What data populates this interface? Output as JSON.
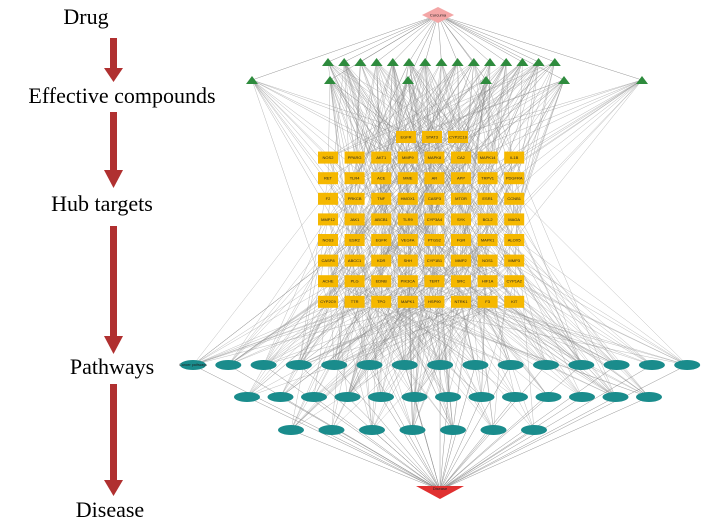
{
  "stages": {
    "drug": "Drug",
    "compounds": "Effective compounds",
    "targets": "Hub targets",
    "pathways": "Pathways",
    "disease": "Disease"
  },
  "drug_node": "Curcuma",
  "disease_node": "Disease",
  "compound_count": 21,
  "hub_targets": [
    [
      "EGFR",
      "STAT3",
      "CYP2C19"
    ],
    [
      "NOS2",
      "PPARG",
      "AKT1",
      "MMP9",
      "MAPK8",
      "CA2",
      "MAPK14",
      "IL1B"
    ],
    [
      "RET",
      "TLR4",
      "ACE",
      "MME",
      "AR",
      "APP",
      "TRPV1",
      "PDGFRA"
    ],
    [
      "F2",
      "PRKCB",
      "TNF",
      "HMOX1",
      "CASP3",
      "MTOR",
      "ESR1",
      "CCNB1"
    ],
    [
      "MMP12",
      "JAK1",
      "ABCB1",
      "TLR9",
      "CYP3A4",
      "SYK",
      "BCL2",
      "MAOA"
    ],
    [
      "NOS3",
      "ESR2",
      "EGFR",
      "VEGFA",
      "PTGS2",
      "FGR",
      "MAPK1",
      "ALOX5"
    ],
    [
      "CASP8",
      "ABCC1",
      "KDR",
      "SHH",
      "CYP1B1",
      "MMP2",
      "NOS1",
      "MMP3"
    ],
    [
      "ACHE",
      "PLG",
      "EDNB",
      "PIK3CA",
      "TERT",
      "SRC",
      "HIF1A",
      "CYP1A2"
    ],
    [
      "CYP2C9",
      "TTR",
      "TPO",
      "MAPK1",
      "HSP90",
      "NTRK1",
      "F3",
      "KIT"
    ]
  ],
  "pathways": {
    "row1": [
      "Cancer pathways",
      "",
      "",
      "",
      "",
      "",
      "",
      "",
      "",
      "",
      "",
      "",
      "",
      "",
      ""
    ],
    "row2": [
      "",
      "",
      "",
      "",
      "",
      "",
      "",
      "",
      "",
      "",
      "",
      "",
      ""
    ],
    "row3": [
      "",
      "",
      "",
      "",
      "",
      "",
      ""
    ]
  },
  "colors": {
    "drug": "#f4a6a6",
    "compound": "#2e8b3d",
    "target": "#f5b800",
    "pathway": "#1a8c8c",
    "disease": "#e03030",
    "arrow": "#b03030",
    "edge": "#8a8a8a"
  }
}
